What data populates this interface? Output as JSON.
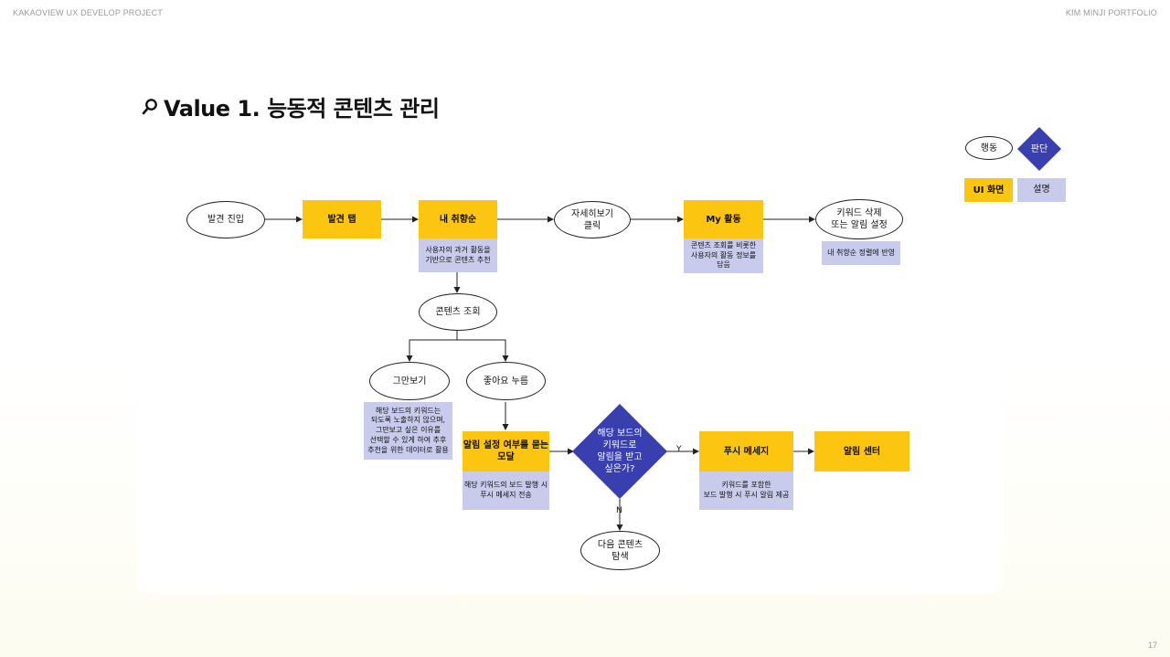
{
  "header": {
    "project": "KAKAOVIEW UX DEVELOP PROJECT",
    "portfolio": "KIM MINJI PORTFOLIO"
  },
  "page_number": "17",
  "title": "Value 1. 능동적 콘텐츠 관리",
  "legend": {
    "action": "행동",
    "decision": "판단",
    "ui_screen": "UI 화면",
    "description": "설명"
  },
  "nodes": {
    "discover_enter": "발견 진입",
    "discover_tab": "발견 탭",
    "my_taste": "내 취향순",
    "my_taste_desc": "사용자의 과거 활동을\n기반으로 콘텐츠 추천",
    "view_detail": "자세히보기\n클릭",
    "my_activity": "My 활동",
    "my_activity_desc": "콘텐츠 조회를 비롯한\n사용자의 활동 정보를\n담음",
    "keyword_delete": "키워드 삭제\n또는 알림 설정",
    "keyword_delete_desc": "내 취향순 정렬에 반영",
    "content_view": "콘텐츠 조회",
    "stop_seeing": "그만보기",
    "stop_seeing_desc": "해당 보드의 키워드는\n되도록 노출하지 않으며,\n그만보고 싶은 이유를\n선택할 수 있게 하여 추후\n추천을 위한 데이터로 활용",
    "like": "좋아요 누름",
    "alarm_modal": "알림 설정 여부를 묻는\n모달",
    "alarm_modal_desc": "해당 키워드의 보드 발행 시\n푸시 메세지 전송",
    "decision_q": "해당 보드의\n키워드로\n알림을 받고\n싶은가?",
    "push_message": "푸시 메세지",
    "push_message_desc": "키워드를 포함한\n보드 발행 시 푸시 알림 제공",
    "alarm_center": "알림 센터",
    "next_content": "다음 콘텐츠\n탐색"
  },
  "edge_labels": {
    "yes": "Y",
    "no": "N"
  },
  "colors": {
    "ui_screen": "#fcc50f",
    "description": "#c8cbec",
    "decision": "#3a3fb0"
  }
}
